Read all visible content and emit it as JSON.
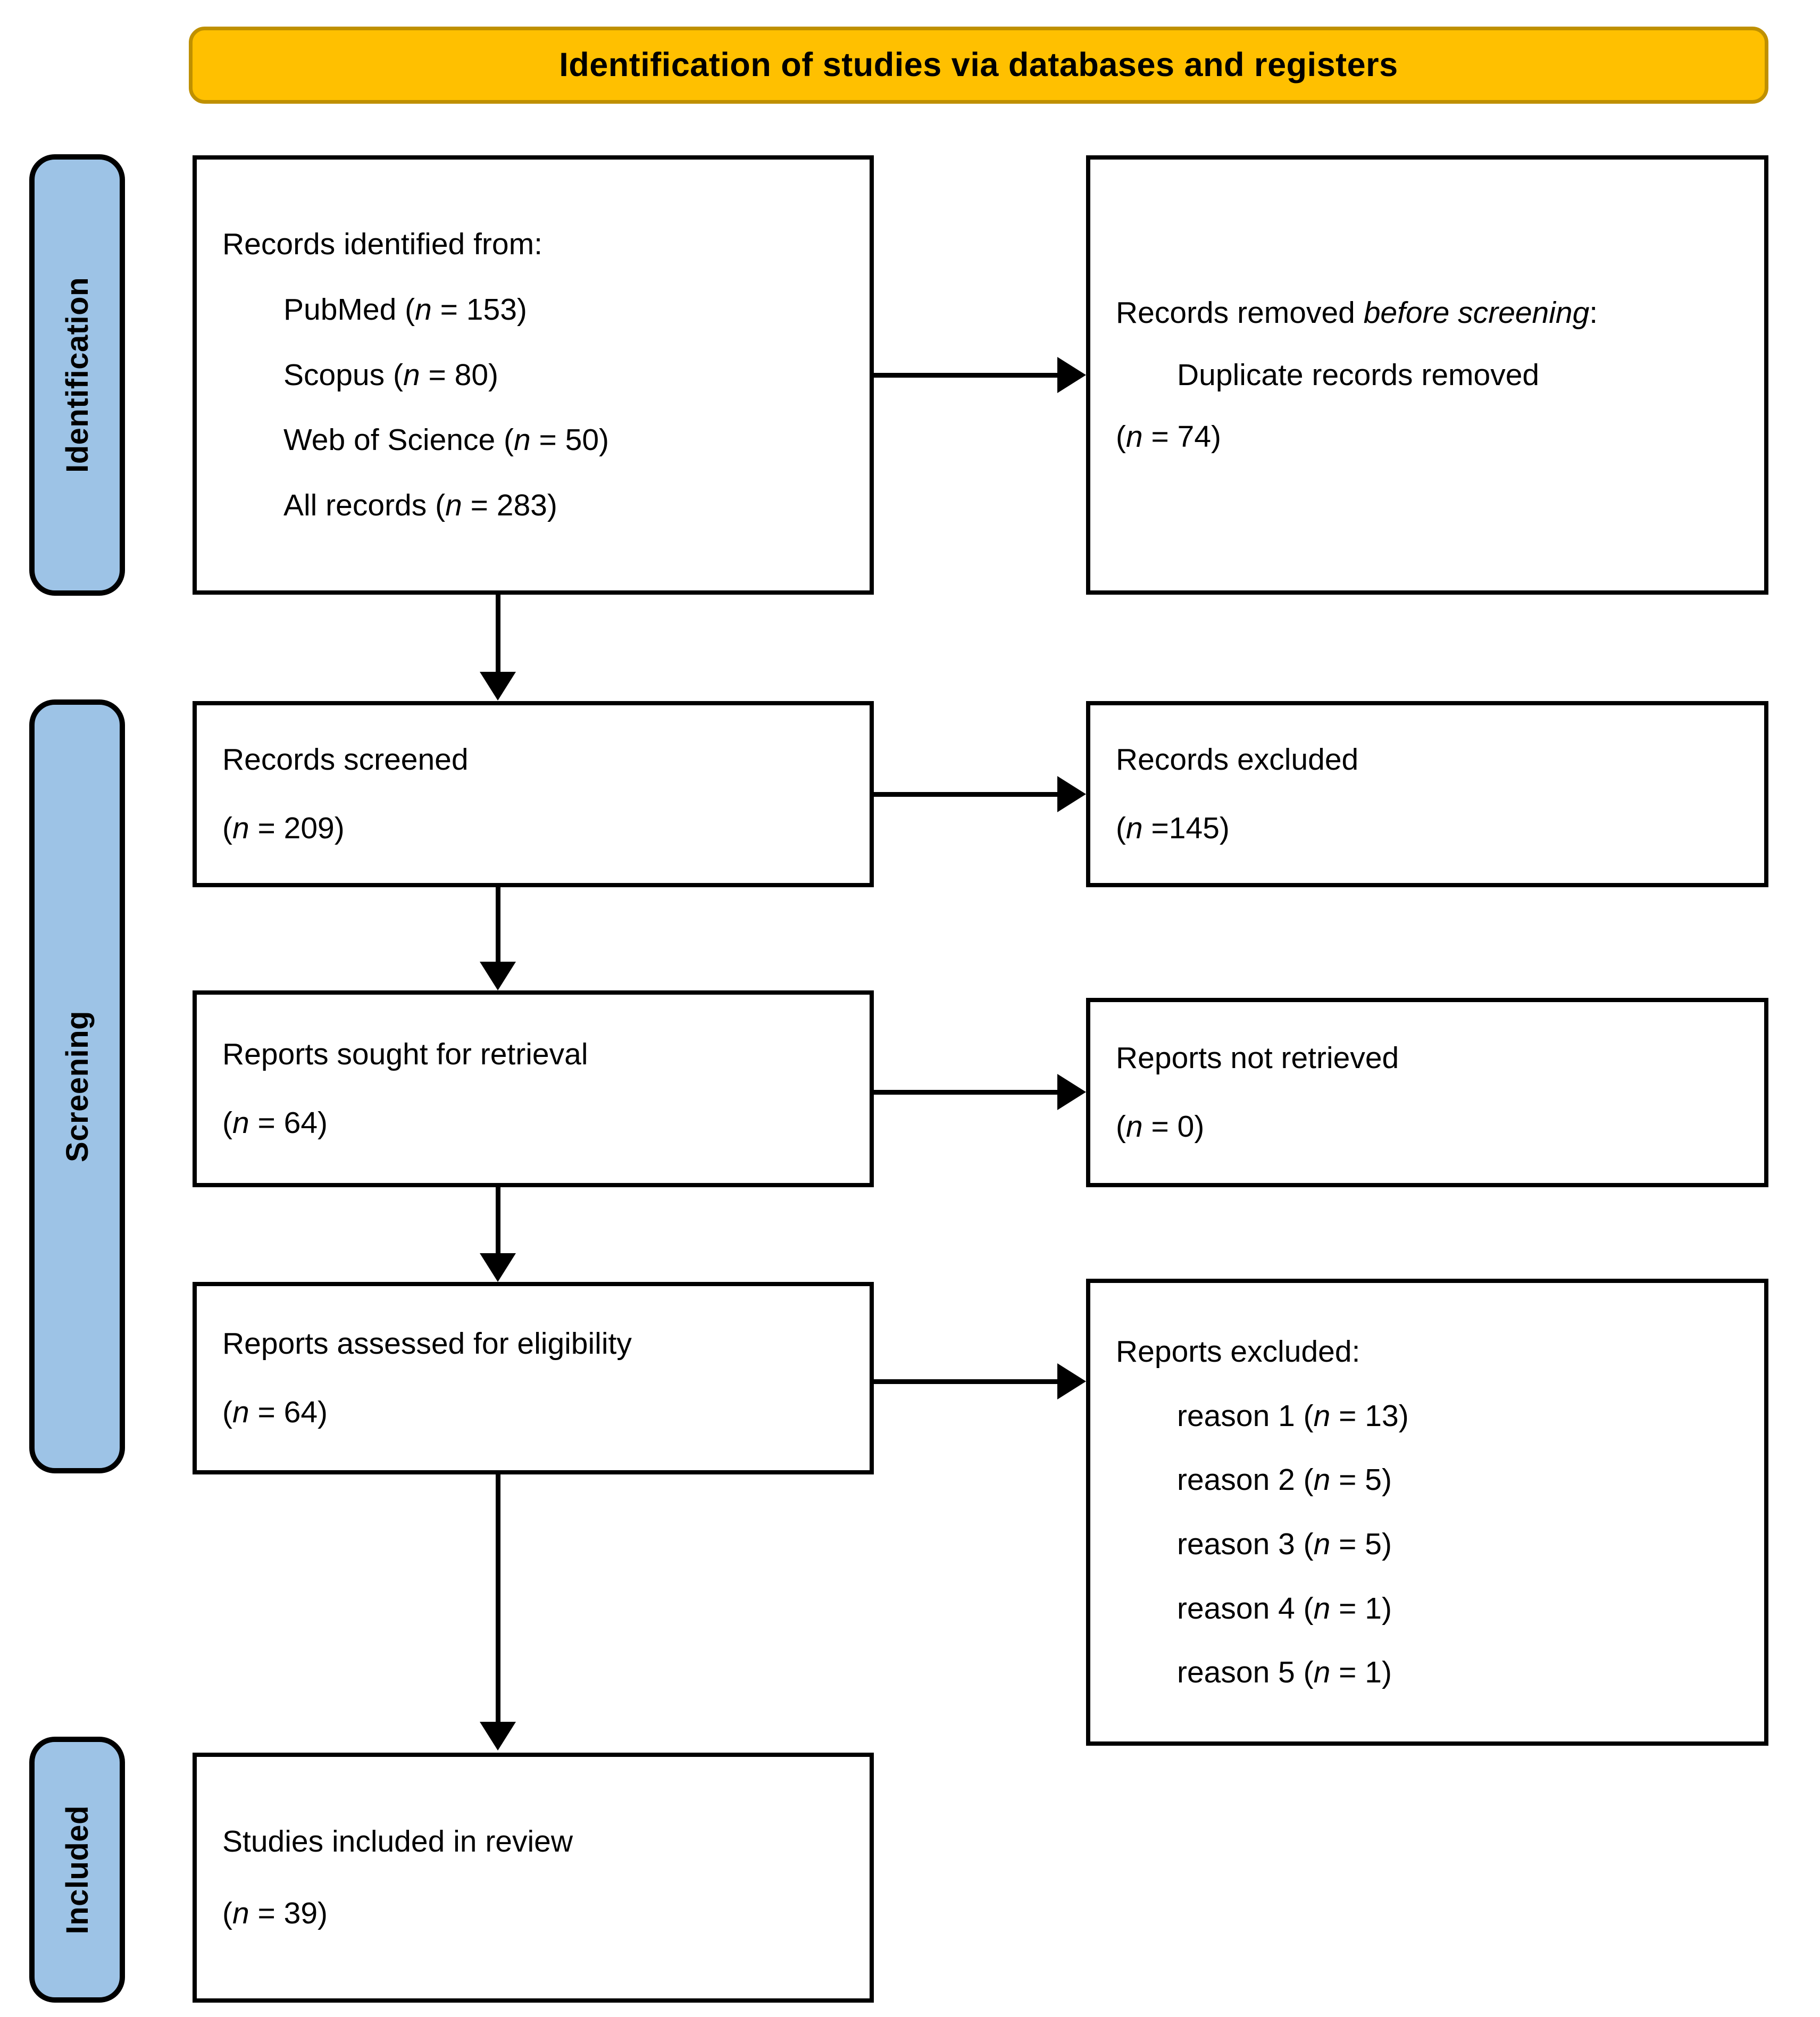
{
  "banner": {
    "title": "Identification of studies via databases and registers"
  },
  "stages": [
    {
      "id": "identification",
      "label": "Identification"
    },
    {
      "id": "screening",
      "label": "Screening"
    },
    {
      "id": "included",
      "label": "Included"
    }
  ],
  "boxes": {
    "identified": {
      "lines": [
        "Records identified from:",
        "PubMed (n = 153)",
        "Scopus (n = 80)",
        "Web of Science (n = 50)",
        "All records (n = 283)"
      ]
    },
    "removed": {
      "line_main_prefix": "Records removed ",
      "line_main_italic": "before screening",
      "line_main_suffix": ":",
      "line_detail": "Duplicate records removed",
      "line_count": "(n = 74)"
    },
    "screened": {
      "title": "Records screened",
      "count": "(n = 209)"
    },
    "excluded": {
      "title": "Records excluded",
      "count": "(n =145)"
    },
    "sought": {
      "title": "Reports sought for retrieval",
      "count": "(n = 64)"
    },
    "not_retrieved": {
      "title": "Reports not retrieved",
      "count": "(n = 0)"
    },
    "assessed": {
      "title": "Reports assessed for eligibility",
      "count": "(n = 64)"
    },
    "reports_excluded": {
      "title": "Reports excluded:",
      "reasons": [
        "reason 1 (n = 13)",
        "reason 2 (n = 5)",
        "reason 3 (n = 5)",
        "reason 4 (n = 1)",
        "reason 5 (n = 1)"
      ]
    },
    "included": {
      "title": "Studies included in review",
      "count": "(n = 39)"
    }
  },
  "chart_data": {
    "type": "diagram",
    "diagram_kind": "PRISMA 2020 flow diagram",
    "title": "Identification of studies via databases and registers",
    "stages": [
      "Identification",
      "Screening",
      "Included"
    ],
    "nodes": [
      {
        "id": "identified",
        "stage": "Identification",
        "column": "left",
        "label": "Records identified from",
        "sources": [
          {
            "name": "PubMed",
            "n": 153
          },
          {
            "name": "Scopus",
            "n": 80
          },
          {
            "name": "Web of Science",
            "n": 50
          },
          {
            "name": "All records",
            "n": 283
          }
        ]
      },
      {
        "id": "removed",
        "stage": "Identification",
        "column": "right",
        "label": "Records removed before screening",
        "items": [
          {
            "name": "Duplicate records removed",
            "n": 74
          }
        ]
      },
      {
        "id": "screened",
        "stage": "Screening",
        "column": "left",
        "label": "Records screened",
        "n": 209
      },
      {
        "id": "excluded",
        "stage": "Screening",
        "column": "right",
        "label": "Records excluded",
        "n": 145
      },
      {
        "id": "sought",
        "stage": "Screening",
        "column": "left",
        "label": "Reports sought for retrieval",
        "n": 64
      },
      {
        "id": "not_retrieved",
        "stage": "Screening",
        "column": "right",
        "label": "Reports not retrieved",
        "n": 0
      },
      {
        "id": "assessed",
        "stage": "Screening",
        "column": "left",
        "label": "Reports assessed for eligibility",
        "n": 64
      },
      {
        "id": "reports_excluded",
        "stage": "Screening",
        "column": "right",
        "label": "Reports excluded",
        "items": [
          {
            "name": "reason 1",
            "n": 13
          },
          {
            "name": "reason 2",
            "n": 5
          },
          {
            "name": "reason 3",
            "n": 5
          },
          {
            "name": "reason 4",
            "n": 1
          },
          {
            "name": "reason 5",
            "n": 1
          }
        ]
      },
      {
        "id": "included",
        "stage": "Included",
        "column": "left",
        "label": "Studies included in review",
        "n": 39
      }
    ],
    "edges": [
      {
        "from": "identified",
        "to": "removed",
        "direction": "right"
      },
      {
        "from": "identified",
        "to": "screened",
        "direction": "down"
      },
      {
        "from": "screened",
        "to": "excluded",
        "direction": "right"
      },
      {
        "from": "screened",
        "to": "sought",
        "direction": "down"
      },
      {
        "from": "sought",
        "to": "not_retrieved",
        "direction": "right"
      },
      {
        "from": "sought",
        "to": "assessed",
        "direction": "down"
      },
      {
        "from": "assessed",
        "to": "reports_excluded",
        "direction": "right"
      },
      {
        "from": "assessed",
        "to": "included",
        "direction": "down"
      }
    ],
    "colors": {
      "banner_fill": "#FFC000",
      "banner_border": "#BF9000",
      "stage_label_fill": "#9DC3E6",
      "box_border": "#000000",
      "box_fill": "#FFFFFF",
      "text": "#000000"
    }
  }
}
